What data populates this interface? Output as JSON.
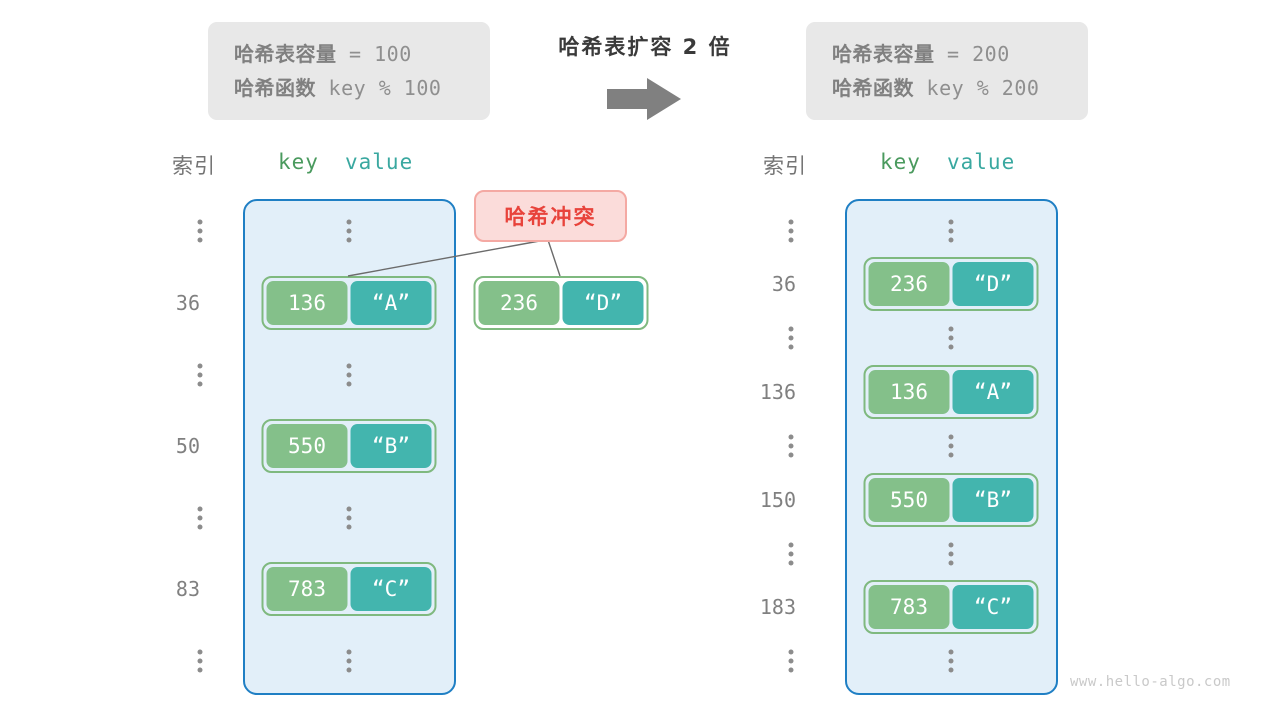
{
  "diagram": {
    "title": "哈希表扩容 2 倍",
    "watermark": "www.hello-algo.com",
    "arrow_color": "#808080",
    "colors": {
      "key_fill": "#84c08a",
      "value_fill": "#43b5ae",
      "pair_border": "#7fb97f",
      "table_fill": "#e2eff9",
      "table_border": "#1f7fc4",
      "badge_fill": "#fbdcda",
      "badge_text": "#e8433b",
      "info_fill": "#e8e8e8"
    }
  },
  "info_left": {
    "capacity_label": "哈希表容量",
    "capacity_eq": " = ",
    "capacity_value": "100",
    "function_label": "哈希函数",
    "function_expr": " key % 100"
  },
  "info_right": {
    "capacity_label": "哈希表容量",
    "capacity_eq": " = ",
    "capacity_value": "200",
    "function_label": "哈希函数",
    "function_expr": " key % 200"
  },
  "headers": {
    "index": "索引",
    "key": "key",
    "value": "value"
  },
  "collision": {
    "label": "哈希冲突"
  },
  "standalone_entry": {
    "key": "236",
    "value": "“D”"
  },
  "left_table": {
    "rows": [
      {
        "index": "⋮",
        "type": "dots"
      },
      {
        "index": "36",
        "type": "entry",
        "key": "136",
        "value": "“A”"
      },
      {
        "index": "⋮",
        "type": "dots"
      },
      {
        "index": "50",
        "type": "entry",
        "key": "550",
        "value": "“B”"
      },
      {
        "index": "⋮",
        "type": "dots"
      },
      {
        "index": "83",
        "type": "entry",
        "key": "783",
        "value": "“C”"
      },
      {
        "index": "⋮",
        "type": "dots"
      }
    ]
  },
  "right_table": {
    "rows": [
      {
        "index": "⋮",
        "type": "dots"
      },
      {
        "index": "36",
        "type": "entry",
        "key": "236",
        "value": "“D”"
      },
      {
        "index": "⋮",
        "type": "dots"
      },
      {
        "index": "136",
        "type": "entry",
        "key": "136",
        "value": "“A”"
      },
      {
        "index": "⋮",
        "type": "dots"
      },
      {
        "index": "150",
        "type": "entry",
        "key": "550",
        "value": "“B”"
      },
      {
        "index": "⋮",
        "type": "dots"
      },
      {
        "index": "183",
        "type": "entry",
        "key": "783",
        "value": "“C”"
      },
      {
        "index": "⋮",
        "type": "dots"
      }
    ]
  }
}
